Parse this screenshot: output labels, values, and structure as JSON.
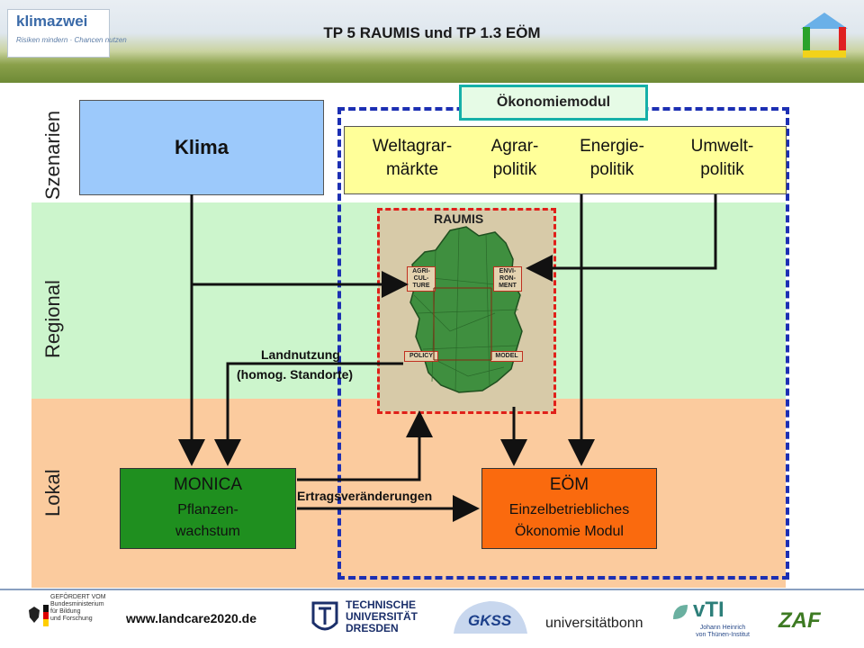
{
  "header": {
    "title": "TP 5  RAUMIS und TP 1.3 EÖM",
    "logo_name": "klimazwei",
    "logo_tagline": "Risiken mindern · Chancen nutzen"
  },
  "row_labels": {
    "szenarien": "Szenarien",
    "regional": "Regional",
    "lokal": "Lokal"
  },
  "nodes": {
    "klima": "Klima",
    "oekonomiemodul": "Ökonomiemodul",
    "policies": [
      {
        "line1": "Weltagrar-",
        "line2": "märkte"
      },
      {
        "line1": "Agrar-",
        "line2": "politik"
      },
      {
        "line1": "Energie-",
        "line2": "politik"
      },
      {
        "line1": "Umwelt-",
        "line2": "politik"
      }
    ],
    "raumis": {
      "title": "RAUMIS",
      "agriculture": "AGRI-\nCUL-\nTURE",
      "environment": "ENVI-\nRON-\nMENT",
      "policy": "POLICY",
      "model": "MODEL"
    },
    "monica": {
      "title": "MONICA",
      "sub1": "Pflanzen-",
      "sub2": "wachstum"
    },
    "eom": {
      "title": "EÖM",
      "sub1": "Einzelbetriebliches",
      "sub2": "Ökonomie Modul"
    }
  },
  "edge_labels": {
    "landnutzung1": "Landnutzung",
    "landnutzung2": "(homog. Standorte)",
    "ertrag": "Ertragsveränderungen"
  },
  "footer": {
    "url": "www.landcare2020.de",
    "bmbf": "GEFÖRDERT VOM\nBundesministerium\nfür Bildung\nund Forschung",
    "tud": "TECHNISCHE\nUNIVERSITÄT\nDRESDEN",
    "gkss": "GKSS",
    "unibonn": "universitätbonn",
    "vti_big": "vTI",
    "vti": "Johann Heinrich\nvon Thünen-Institut",
    "zaf": "ZAF"
  },
  "colors": {
    "klima": "#9cc9fb",
    "policy": "#ffff99",
    "regional_band": "#ccf5cc",
    "lokal_band": "#fbcb9e",
    "monica": "#1f8f1f",
    "eom": "#fa6a0e",
    "oeko_border": "#16b0a8",
    "blue_dash": "#1c2fb3",
    "red_dash": "#e0201a"
  }
}
